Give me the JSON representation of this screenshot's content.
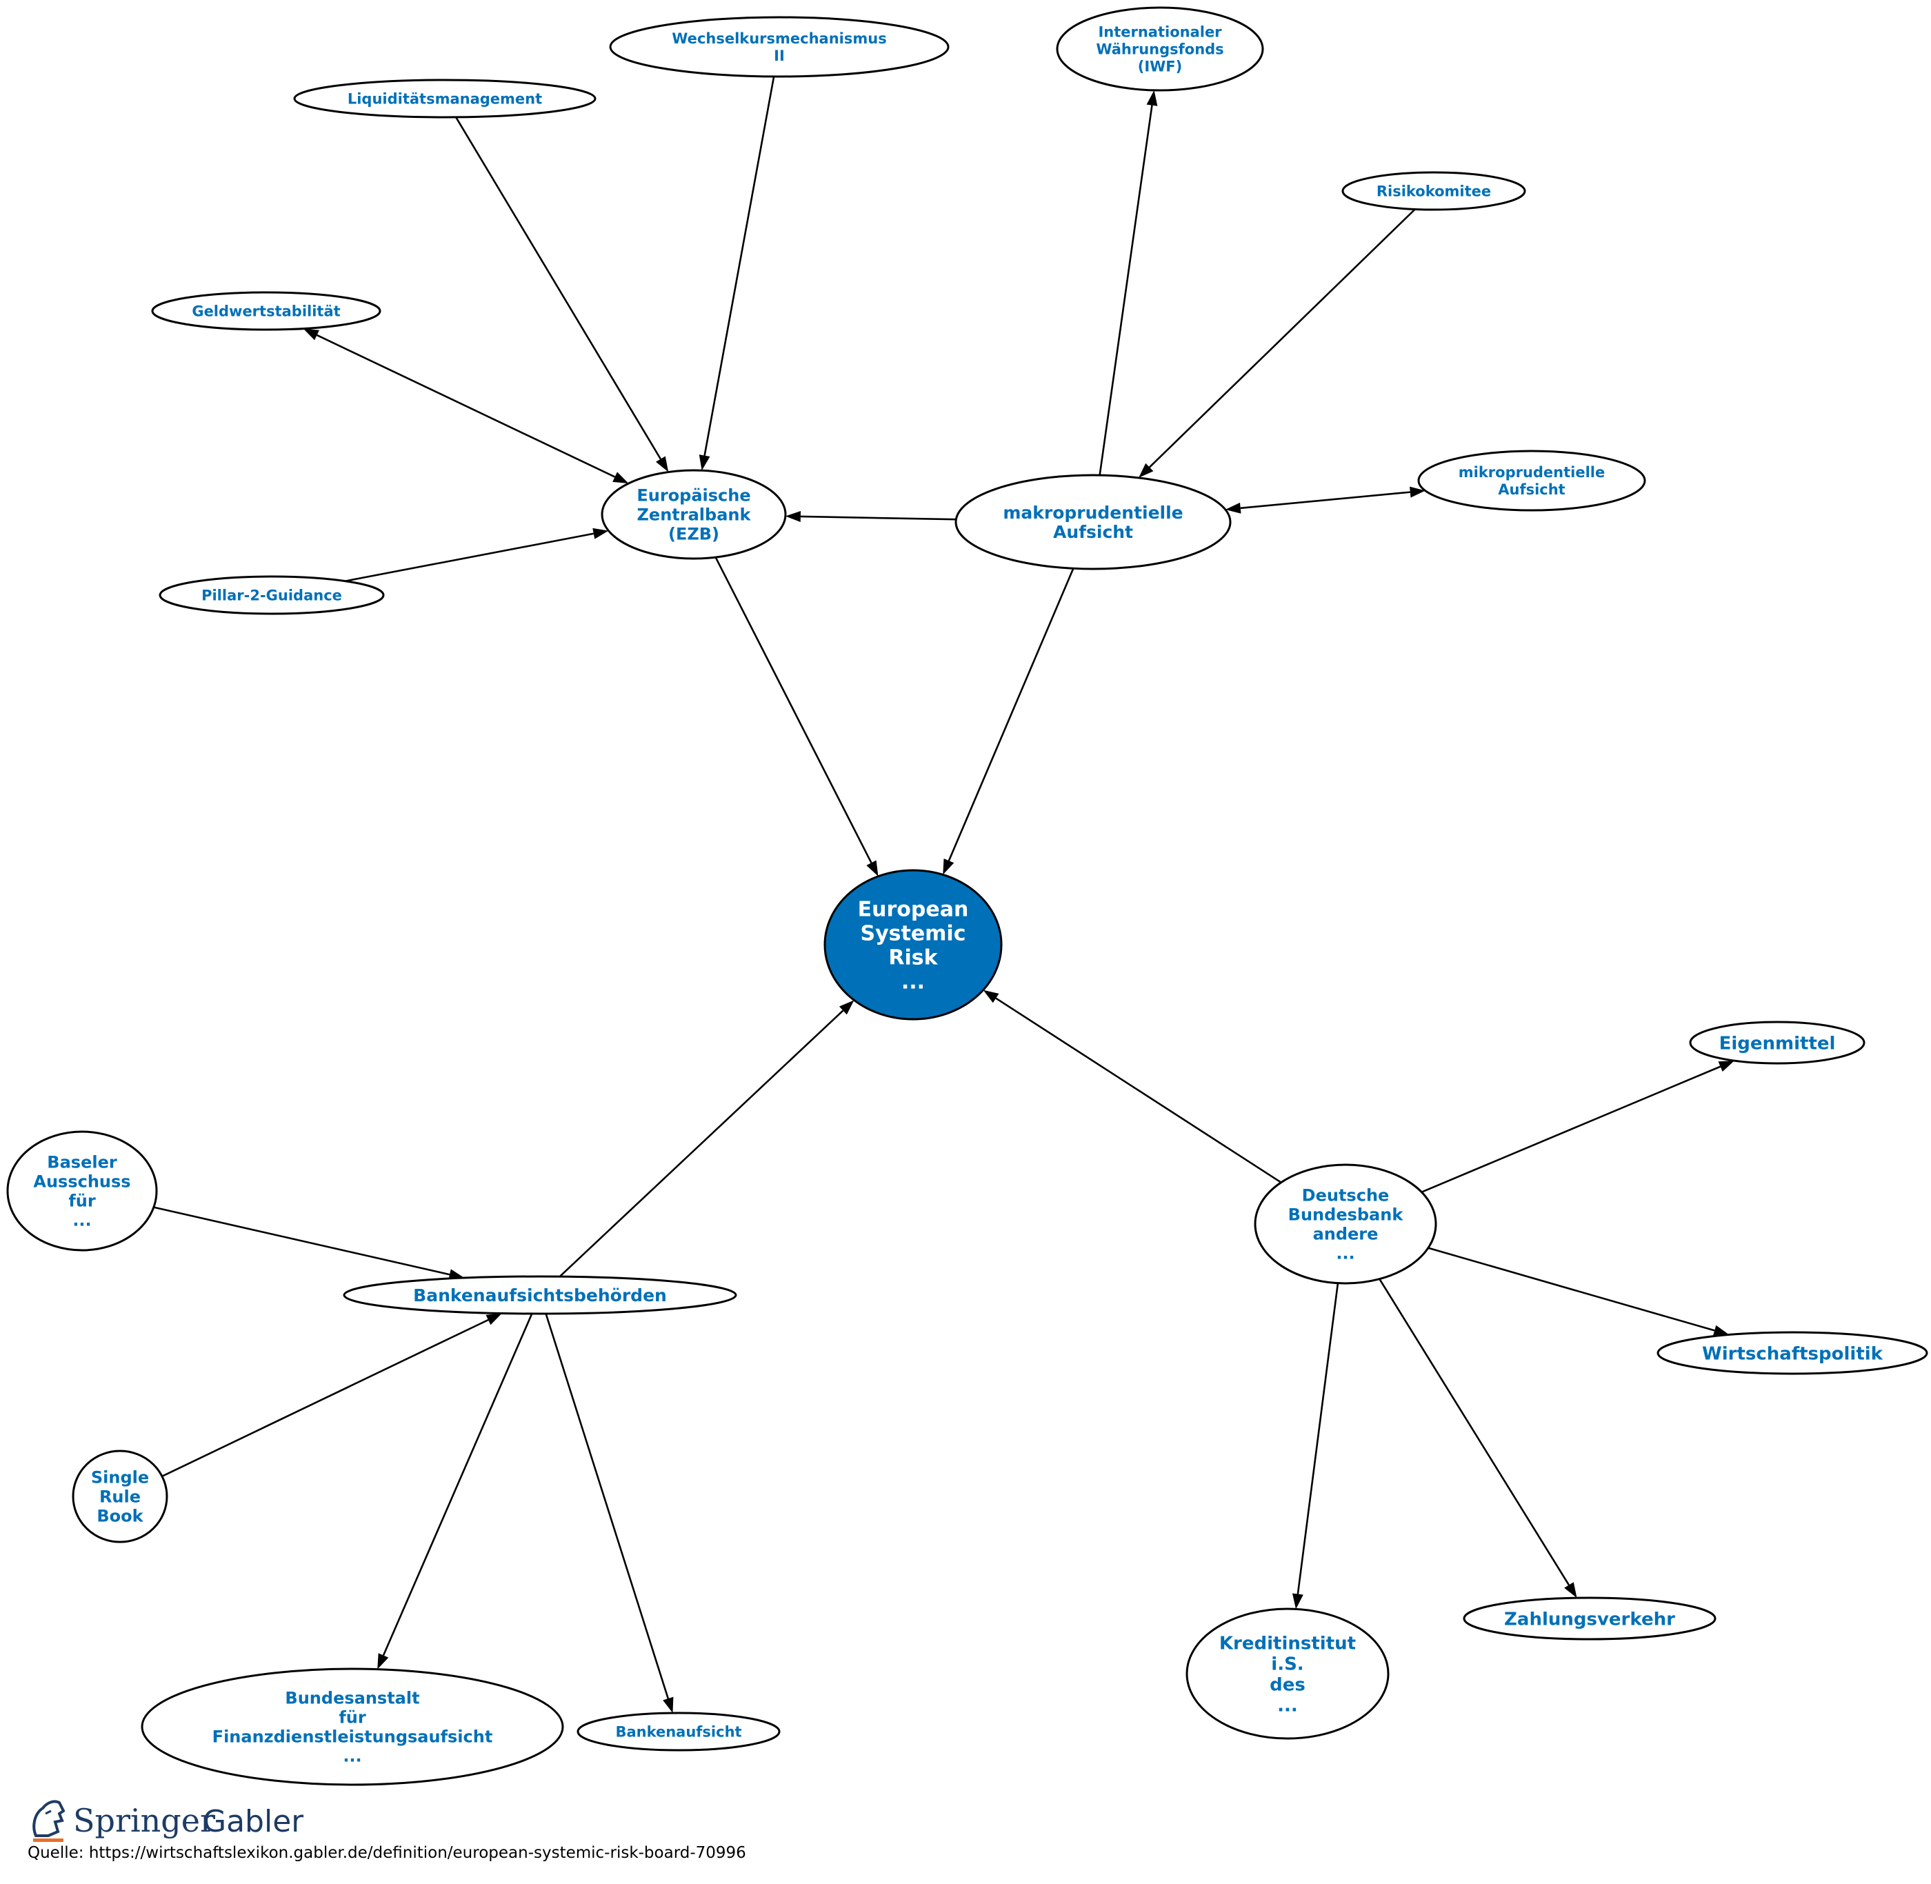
{
  "nodes": [
    {
      "id": "esr",
      "lines": [
        "European",
        "Systemic",
        "Risk",
        "..."
      ],
      "center": true
    },
    {
      "id": "ezb",
      "lines": [
        "Europäische",
        "Zentralbank",
        "(EZB)"
      ]
    },
    {
      "id": "makro",
      "lines": [
        "makroprudentielle",
        "Aufsicht"
      ]
    },
    {
      "id": "wkm",
      "lines": [
        "Wechselkursmechanismus",
        "II"
      ]
    },
    {
      "id": "liq",
      "lines": [
        "Liquiditätsmanagement"
      ]
    },
    {
      "id": "geld",
      "lines": [
        "Geldwertstabilität"
      ]
    },
    {
      "id": "pillar",
      "lines": [
        "Pillar-2-Guidance"
      ]
    },
    {
      "id": "iwf",
      "lines": [
        "Internationaler",
        "Währungsfonds",
        "(IWF)"
      ]
    },
    {
      "id": "risiko",
      "lines": [
        "Risikokomitee"
      ]
    },
    {
      "id": "mikro",
      "lines": [
        "mikroprudentielle",
        "Aufsicht"
      ]
    },
    {
      "id": "bankbeh",
      "lines": [
        "Bankenaufsichtsbehörden"
      ]
    },
    {
      "id": "basel",
      "lines": [
        "Baseler",
        "Ausschuss",
        "für",
        "..."
      ]
    },
    {
      "id": "srb",
      "lines": [
        "Single",
        "Rule",
        "Book"
      ]
    },
    {
      "id": "bafin",
      "lines": [
        "Bundesanstalt",
        "für",
        "Finanzdienstleistungsaufsicht",
        "..."
      ]
    },
    {
      "id": "bankaufs",
      "lines": [
        "Bankenaufsicht"
      ]
    },
    {
      "id": "bbank",
      "lines": [
        "Deutsche",
        "Bundesbank",
        "andere",
        "..."
      ]
    },
    {
      "id": "eigen",
      "lines": [
        "Eigenmittel"
      ]
    },
    {
      "id": "wpol",
      "lines": [
        "Wirtschaftspolitik"
      ]
    },
    {
      "id": "kredit",
      "lines": [
        "Kreditinstitut",
        "i.S.",
        "des",
        "..."
      ]
    },
    {
      "id": "zahl",
      "lines": [
        "Zahlungsverkehr"
      ]
    }
  ],
  "edges": [
    {
      "from": "wkm",
      "to": "ezb",
      "dir": "forward"
    },
    {
      "from": "liq",
      "to": "ezb",
      "dir": "forward"
    },
    {
      "from": "geld",
      "to": "ezb",
      "dir": "both"
    },
    {
      "from": "pillar",
      "to": "ezb",
      "dir": "forward"
    },
    {
      "from": "makro",
      "to": "ezb",
      "dir": "forward"
    },
    {
      "from": "ezb",
      "to": "esr",
      "dir": "forward"
    },
    {
      "from": "makro",
      "to": "esr",
      "dir": "forward"
    },
    {
      "from": "makro",
      "to": "iwf",
      "dir": "forward"
    },
    {
      "from": "risiko",
      "to": "makro",
      "dir": "forward"
    },
    {
      "from": "makro",
      "to": "mikro",
      "dir": "both"
    },
    {
      "from": "bankbeh",
      "to": "esr",
      "dir": "forward"
    },
    {
      "from": "basel",
      "to": "bankbeh",
      "dir": "forward"
    },
    {
      "from": "srb",
      "to": "bankbeh",
      "dir": "forward"
    },
    {
      "from": "bankbeh",
      "to": "bafin",
      "dir": "forward"
    },
    {
      "from": "bankbeh",
      "to": "bankaufs",
      "dir": "forward"
    },
    {
      "from": "bbank",
      "to": "esr",
      "dir": "forward"
    },
    {
      "from": "bbank",
      "to": "eigen",
      "dir": "forward"
    },
    {
      "from": "bbank",
      "to": "wpol",
      "dir": "forward"
    },
    {
      "from": "bbank",
      "to": "kredit",
      "dir": "forward"
    },
    {
      "from": "bbank",
      "to": "zahl",
      "dir": "forward"
    }
  ],
  "footer": {
    "logo_brand": "Springer",
    "logo_imprint": "Gabler",
    "source": "Quelle: https://wirtschaftslexikon.gabler.de/definition/european-systemic-risk-board-70996"
  },
  "colors": {
    "node_text": "#0070b8",
    "center_fill": "#0070b8",
    "center_text": "#ffffff",
    "logo": "#1d3b64",
    "logo_accent": "#e8702a"
  }
}
